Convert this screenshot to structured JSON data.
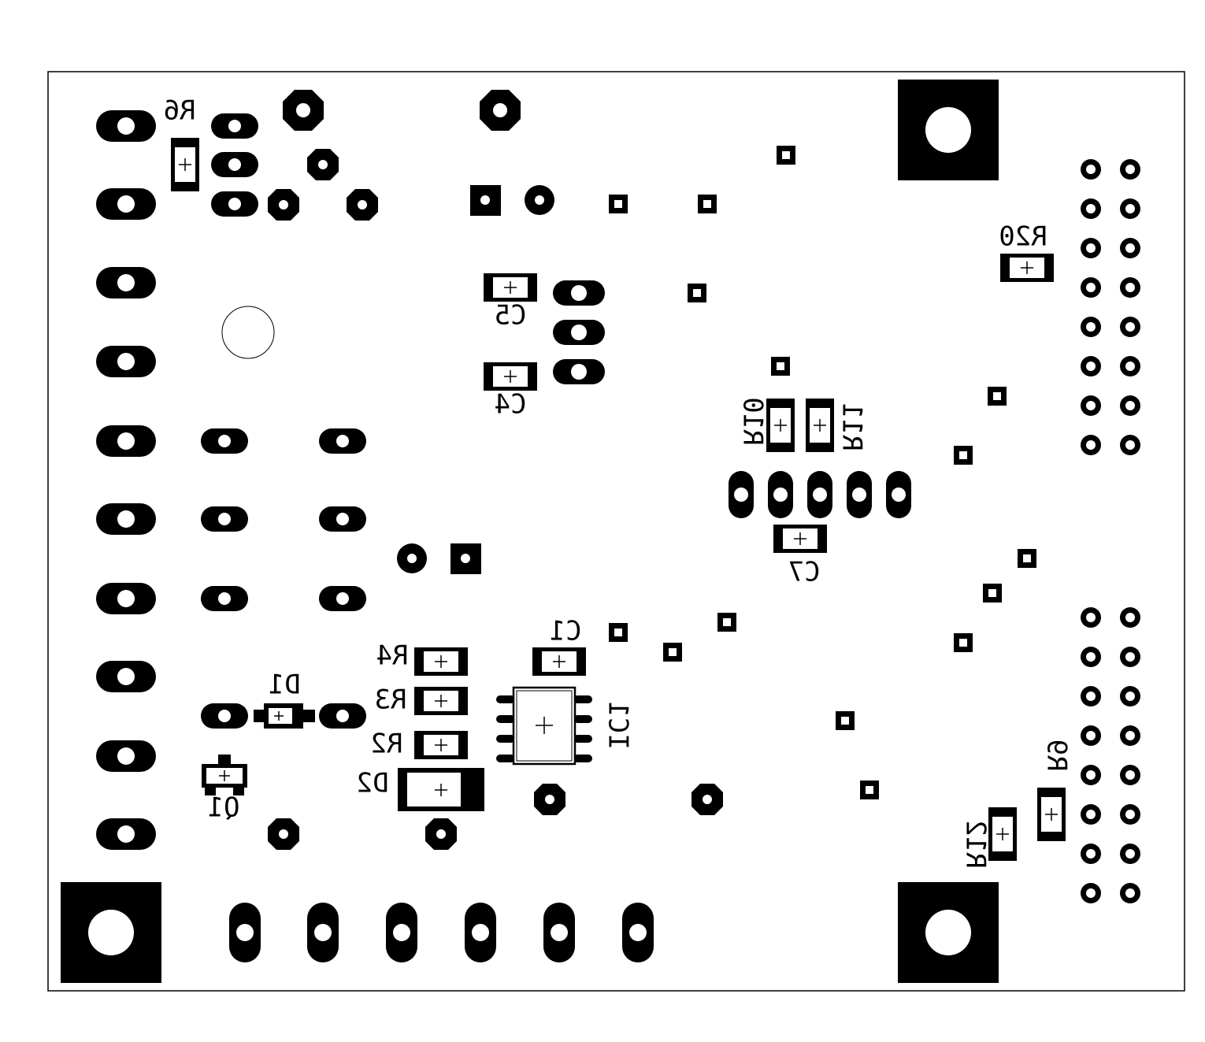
{
  "colors": {
    "copper": "#000000",
    "board": "#ffffff",
    "outline": "#000000"
  },
  "designators": {
    "R6": "R6",
    "C5": "C5",
    "C4": "C4",
    "R10": "R10",
    "R11": "R11",
    "R20": "R20",
    "C7": "C7",
    "C1": "C1",
    "R4": "R4",
    "R3": "R3",
    "R2": "R2",
    "D1": "D1",
    "D2": "D2",
    "Q1": "Q1",
    "IC1": "IC1",
    "R9": "R9",
    "R12": "R12"
  }
}
